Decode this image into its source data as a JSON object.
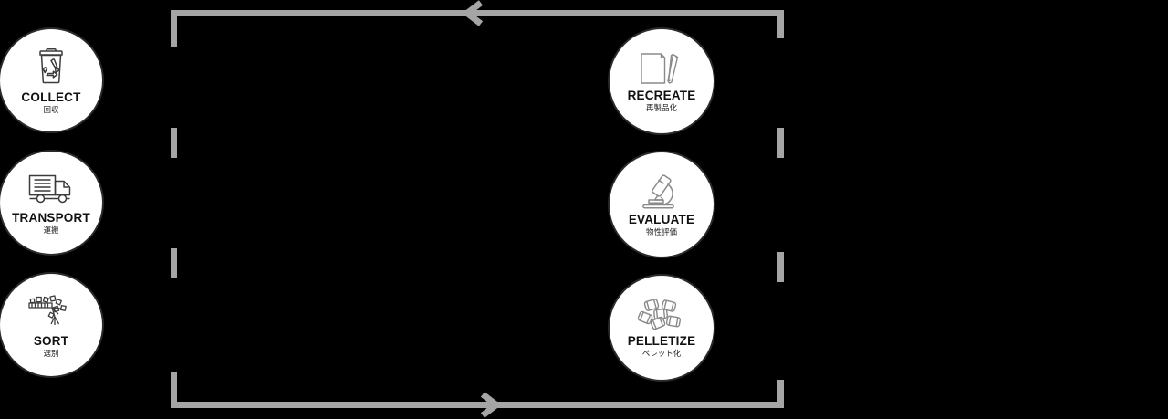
{
  "diagram": {
    "title": "Plastic recycling loop process",
    "background_color": "#000000",
    "circle_fill": "#ffffff",
    "circle_stroke": "#2a2a2a",
    "connector_color": "#a5a5a5",
    "label_color": "#111111"
  },
  "left_column": [
    {
      "id": "collect",
      "label": "COLLECT",
      "sub": "回収",
      "icon": "recycling-bin-icon"
    },
    {
      "id": "transport",
      "label": "TRANSPORT",
      "sub": "運搬",
      "icon": "truck-icon"
    },
    {
      "id": "sort",
      "label": "SORT",
      "sub": "選別",
      "icon": "sorting-conveyor-icon"
    }
  ],
  "right_column": [
    {
      "id": "recreate",
      "label": "RECREATE",
      "sub": "再製品化",
      "icon": "folder-and-pen-icon"
    },
    {
      "id": "evaluate",
      "label": "EVALUATE",
      "sub": "物性評価",
      "icon": "microscope-icon"
    },
    {
      "id": "pelletize",
      "label": "PELLETIZE",
      "sub": "ペレット化",
      "icon": "pellets-icon"
    }
  ],
  "connectors": {
    "top_arrow_direction": "left",
    "bottom_arrow_direction": "right",
    "left_rail_style": "dashed",
    "right_rail_style": "dashed"
  }
}
